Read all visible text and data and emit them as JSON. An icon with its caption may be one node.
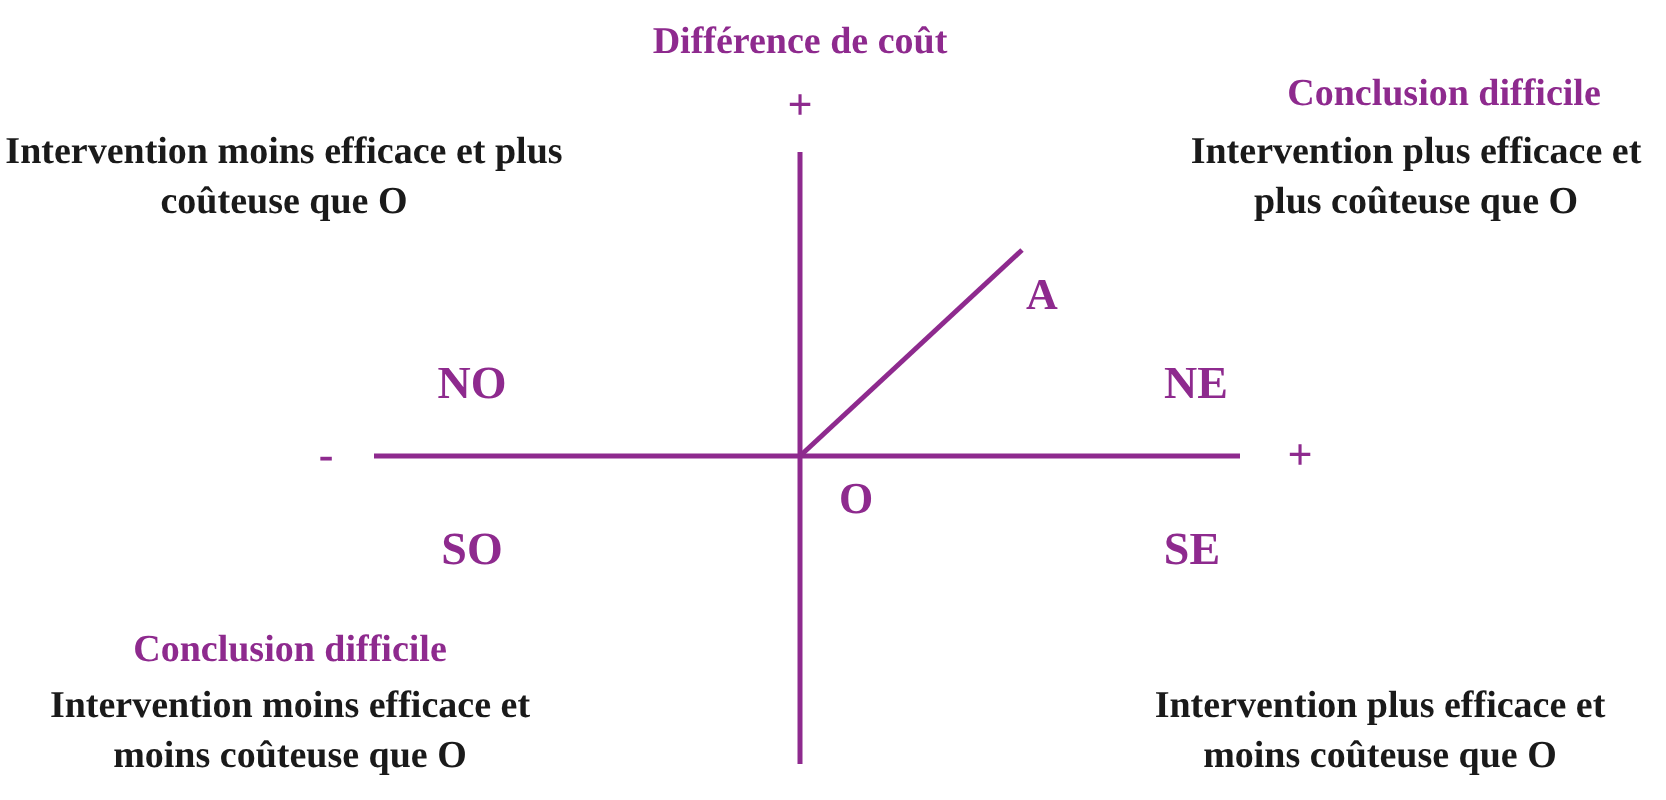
{
  "diagram": {
    "labels": [
      "Différence de coût",
      "+",
      "Intervention moins efficace et plus coûteuse que O",
      "Conclusion difficile",
      "Intervention plus efficace et plus coûteuse que O",
      "A",
      "NO",
      "NE",
      "-",
      "+",
      "O",
      "SO",
      "SE",
      "Conclusion difficile",
      "Intervention moins efficace et moins coûteuse que O",
      "Intervention plus efficace et moins coûteuse que O"
    ]
  }
}
